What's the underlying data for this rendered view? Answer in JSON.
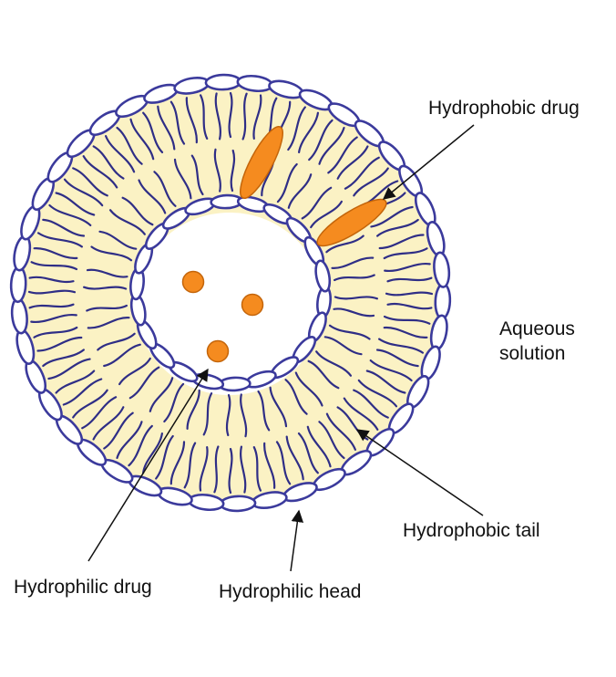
{
  "labels": {
    "hydrophobic_drug": "Hydrophobic drug",
    "aqueous_line1": "Aqueous",
    "aqueous_line2": "solution",
    "hydrophobic_tail": "Hydrophobic tail",
    "hydrophilic_drug": "Hydrophilic drug",
    "hydrophilic_head": "Hydrophilic head"
  },
  "colors": {
    "bilayer_fill": "#fbf2c4",
    "head_fill": "#ffffff",
    "head_stroke": "#3b3a9c",
    "tail_stroke": "#2f2e86",
    "drug_fill": "#f58b1f",
    "drug_stroke": "#c4650a",
    "arrow": "#111111"
  }
}
